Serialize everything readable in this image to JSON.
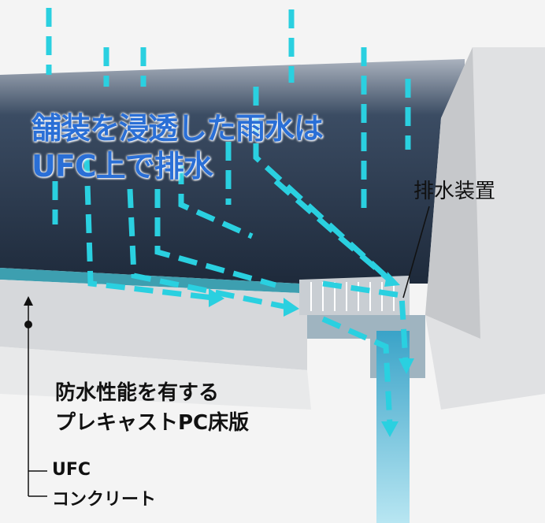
{
  "title_line1": "舗装を浸透した雨水は",
  "title_line2": "UFC上で排水",
  "drain_label": "排水装置",
  "slab_line1": "防水性能を有する",
  "slab_line2": "プレキャストPC床版",
  "legend": {
    "ufc": "UFC",
    "concrete": "コンクリート"
  },
  "colors": {
    "water": "#2ad0e0",
    "text_blue": "#2a6fd6",
    "asphalt": "#2c3e55"
  }
}
